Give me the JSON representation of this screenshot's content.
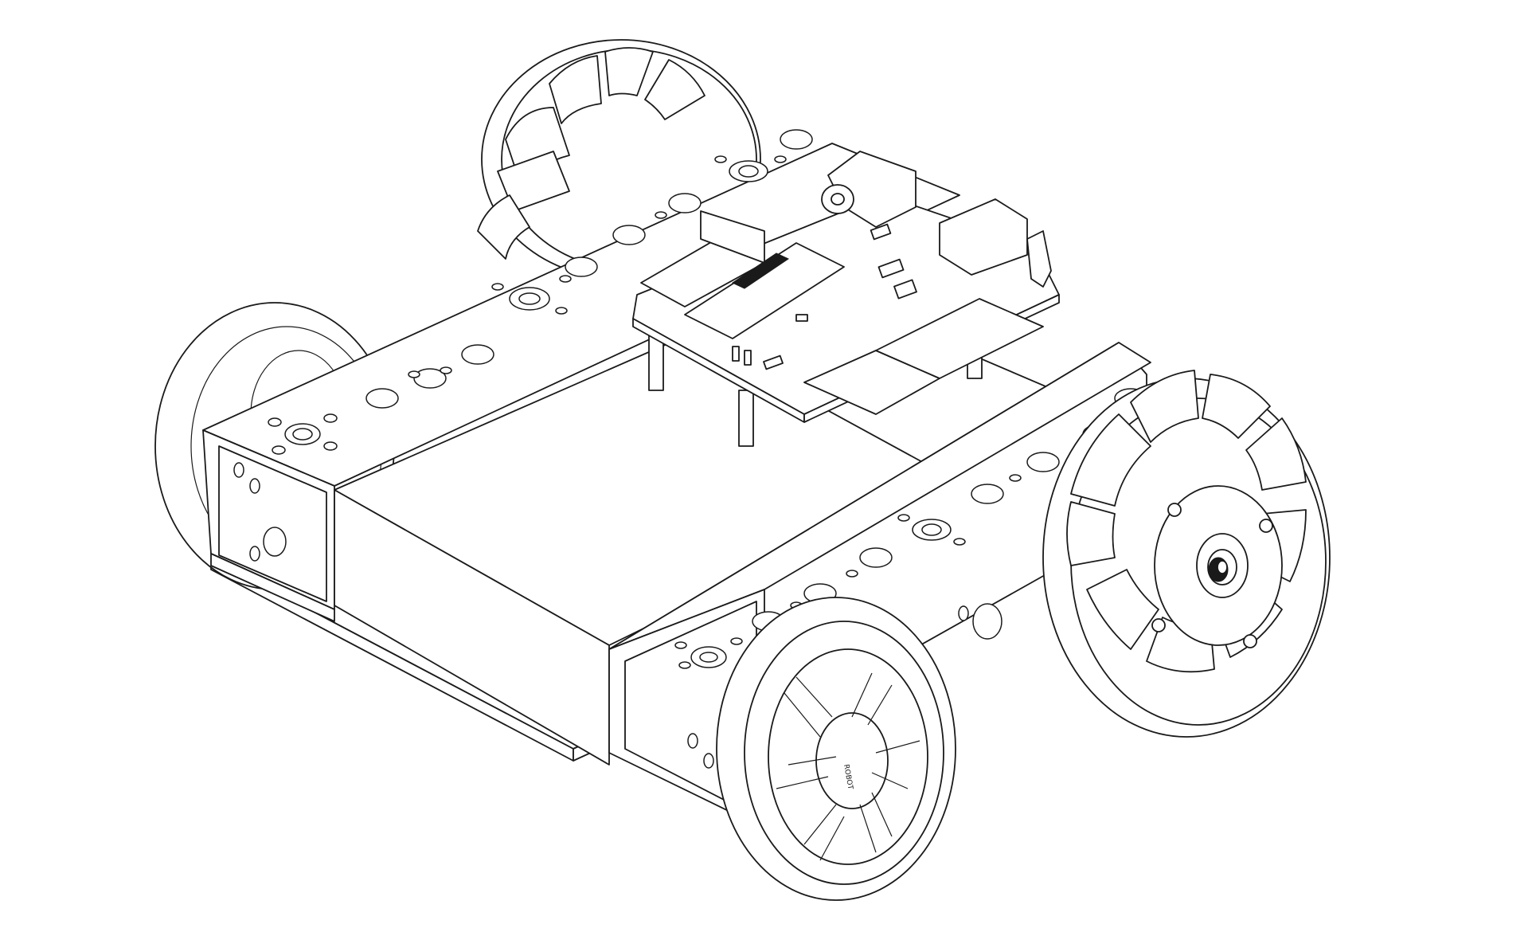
{
  "image": {
    "background": "#ffffff",
    "line_color": "#1a1a1a"
  },
  "parts": [
    {
      "name": "rear-left-mecanum-wheel",
      "icon": "mecanum-wheel"
    },
    {
      "name": "front-right-mecanum-wheel",
      "icon": "mecanum-wheel"
    },
    {
      "name": "rear-right-wheel",
      "icon": "wheel"
    },
    {
      "name": "front-left-wheel",
      "icon": "wheel"
    },
    {
      "name": "left-channel-bracket",
      "icon": "perforated-channel"
    },
    {
      "name": "right-channel-bracket",
      "icon": "perforated-channel"
    },
    {
      "name": "battery-box",
      "icon": "box"
    },
    {
      "name": "base-plate",
      "icon": "plate"
    },
    {
      "name": "microcontroller-board",
      "icon": "pcb"
    }
  ]
}
